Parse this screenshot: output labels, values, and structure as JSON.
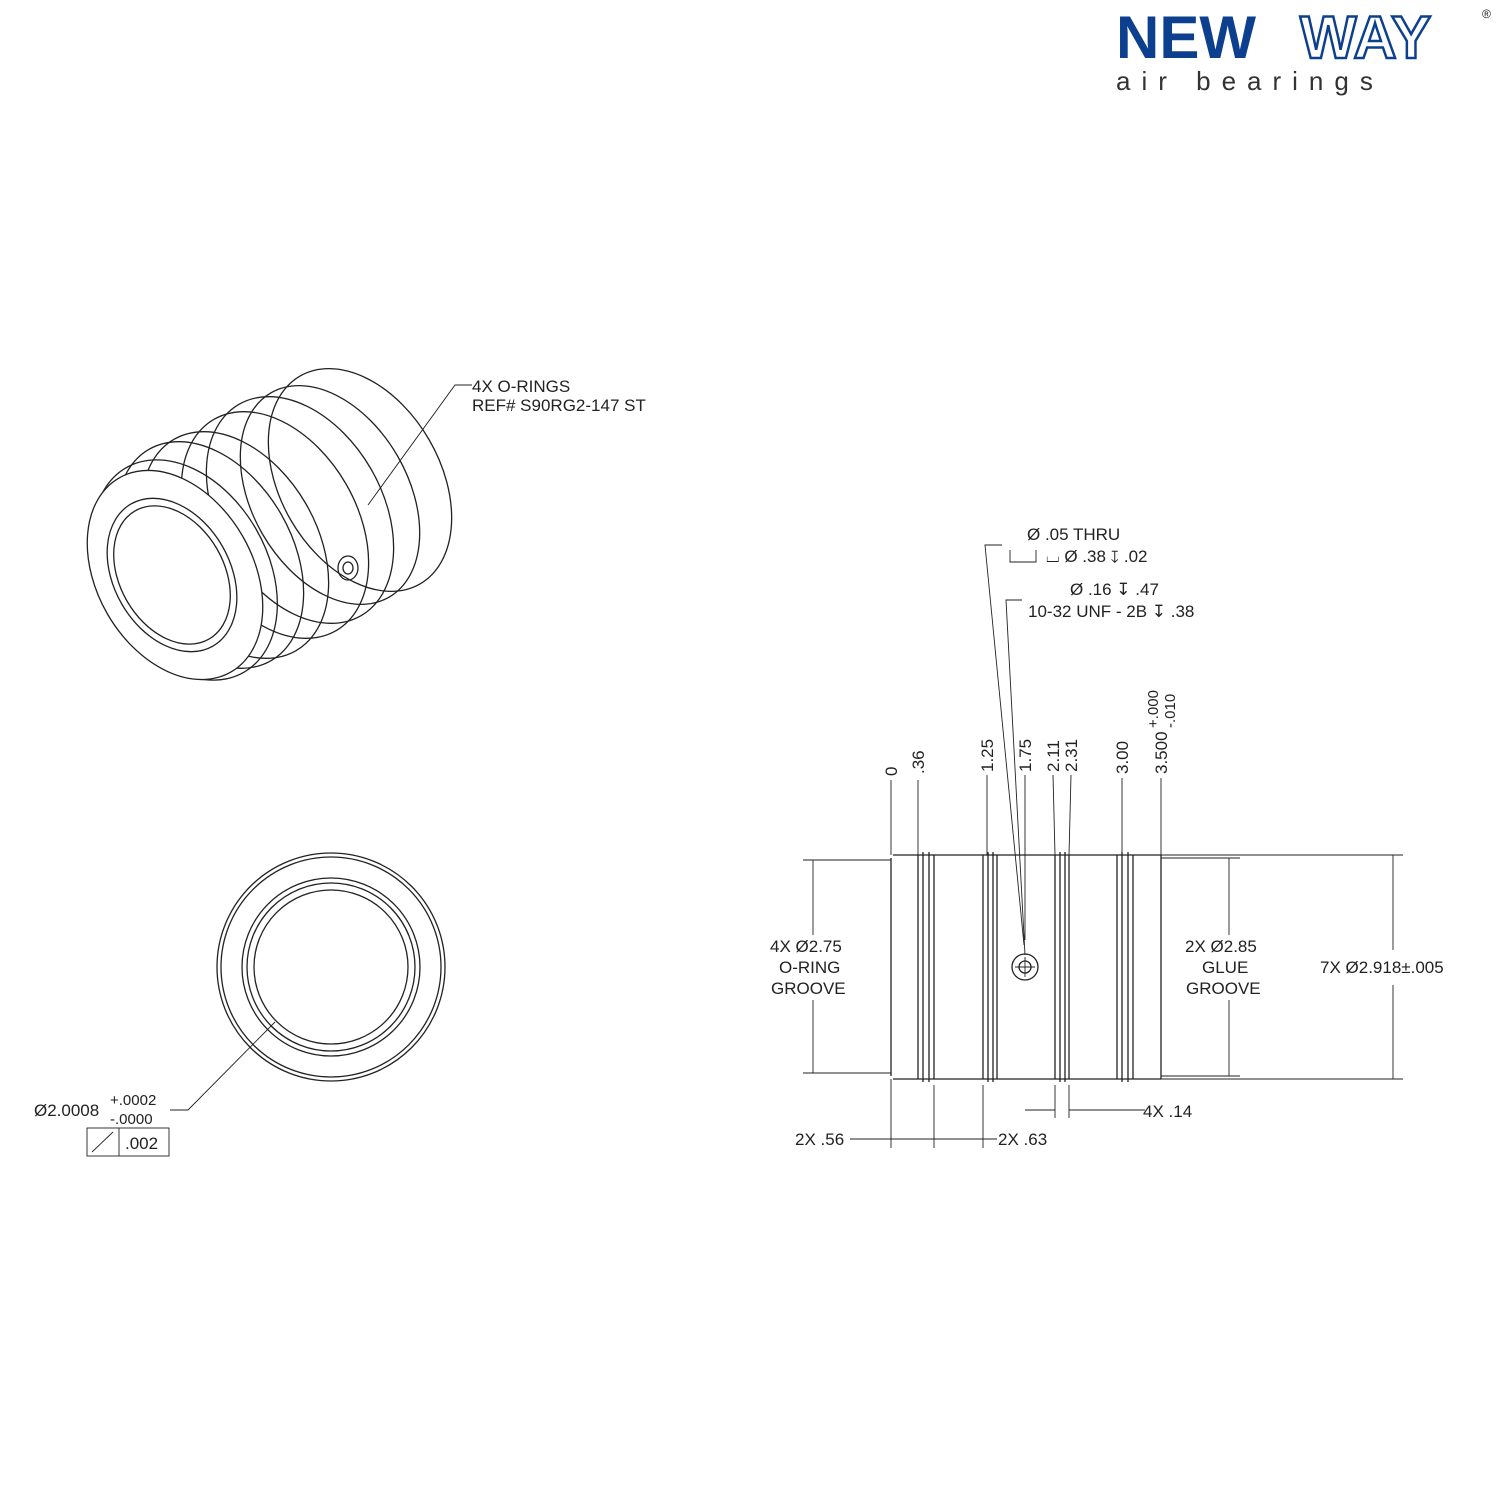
{
  "logo": {
    "brand_part1": "NEW",
    "brand_part2": "WAY",
    "registered": "®",
    "tagline": "air bearings"
  },
  "iso_view": {
    "callout_line1": "4X O-RINGS",
    "callout_line2": "REF# S90RG2-147 ST"
  },
  "end_view": {
    "diameter": "Ø2.0008",
    "tol_plus": "+.0002",
    "tol_minus": "-.0000",
    "runout_value": ".002"
  },
  "side_view": {
    "hole1_line1": "Ø .05 THRU",
    "hole1_line2": "⌴ Ø .38 ↧ .02",
    "hole2_line1": "Ø .16 ↧ .47",
    "hole2_line2": "10-32 UNF - 2B ↧ .38",
    "ordinates": [
      "0",
      ".36",
      "1.25",
      "1.75",
      "2.11",
      "2.31",
      "3.00",
      "3.500"
    ],
    "ordinate_tol_plus": "+.000",
    "ordinate_tol_minus": "-.010",
    "oring_line1": "4X Ø2.75",
    "oring_line2": "O-RING",
    "oring_line3": "GROOVE",
    "glue_line1": "2X Ø2.85",
    "glue_line2": "GLUE",
    "glue_line3": "GROOVE",
    "od_label": "7X Ø2.918±.005",
    "width_14": "4X .14",
    "width_56": "2X .56",
    "width_63": "2X .63"
  }
}
